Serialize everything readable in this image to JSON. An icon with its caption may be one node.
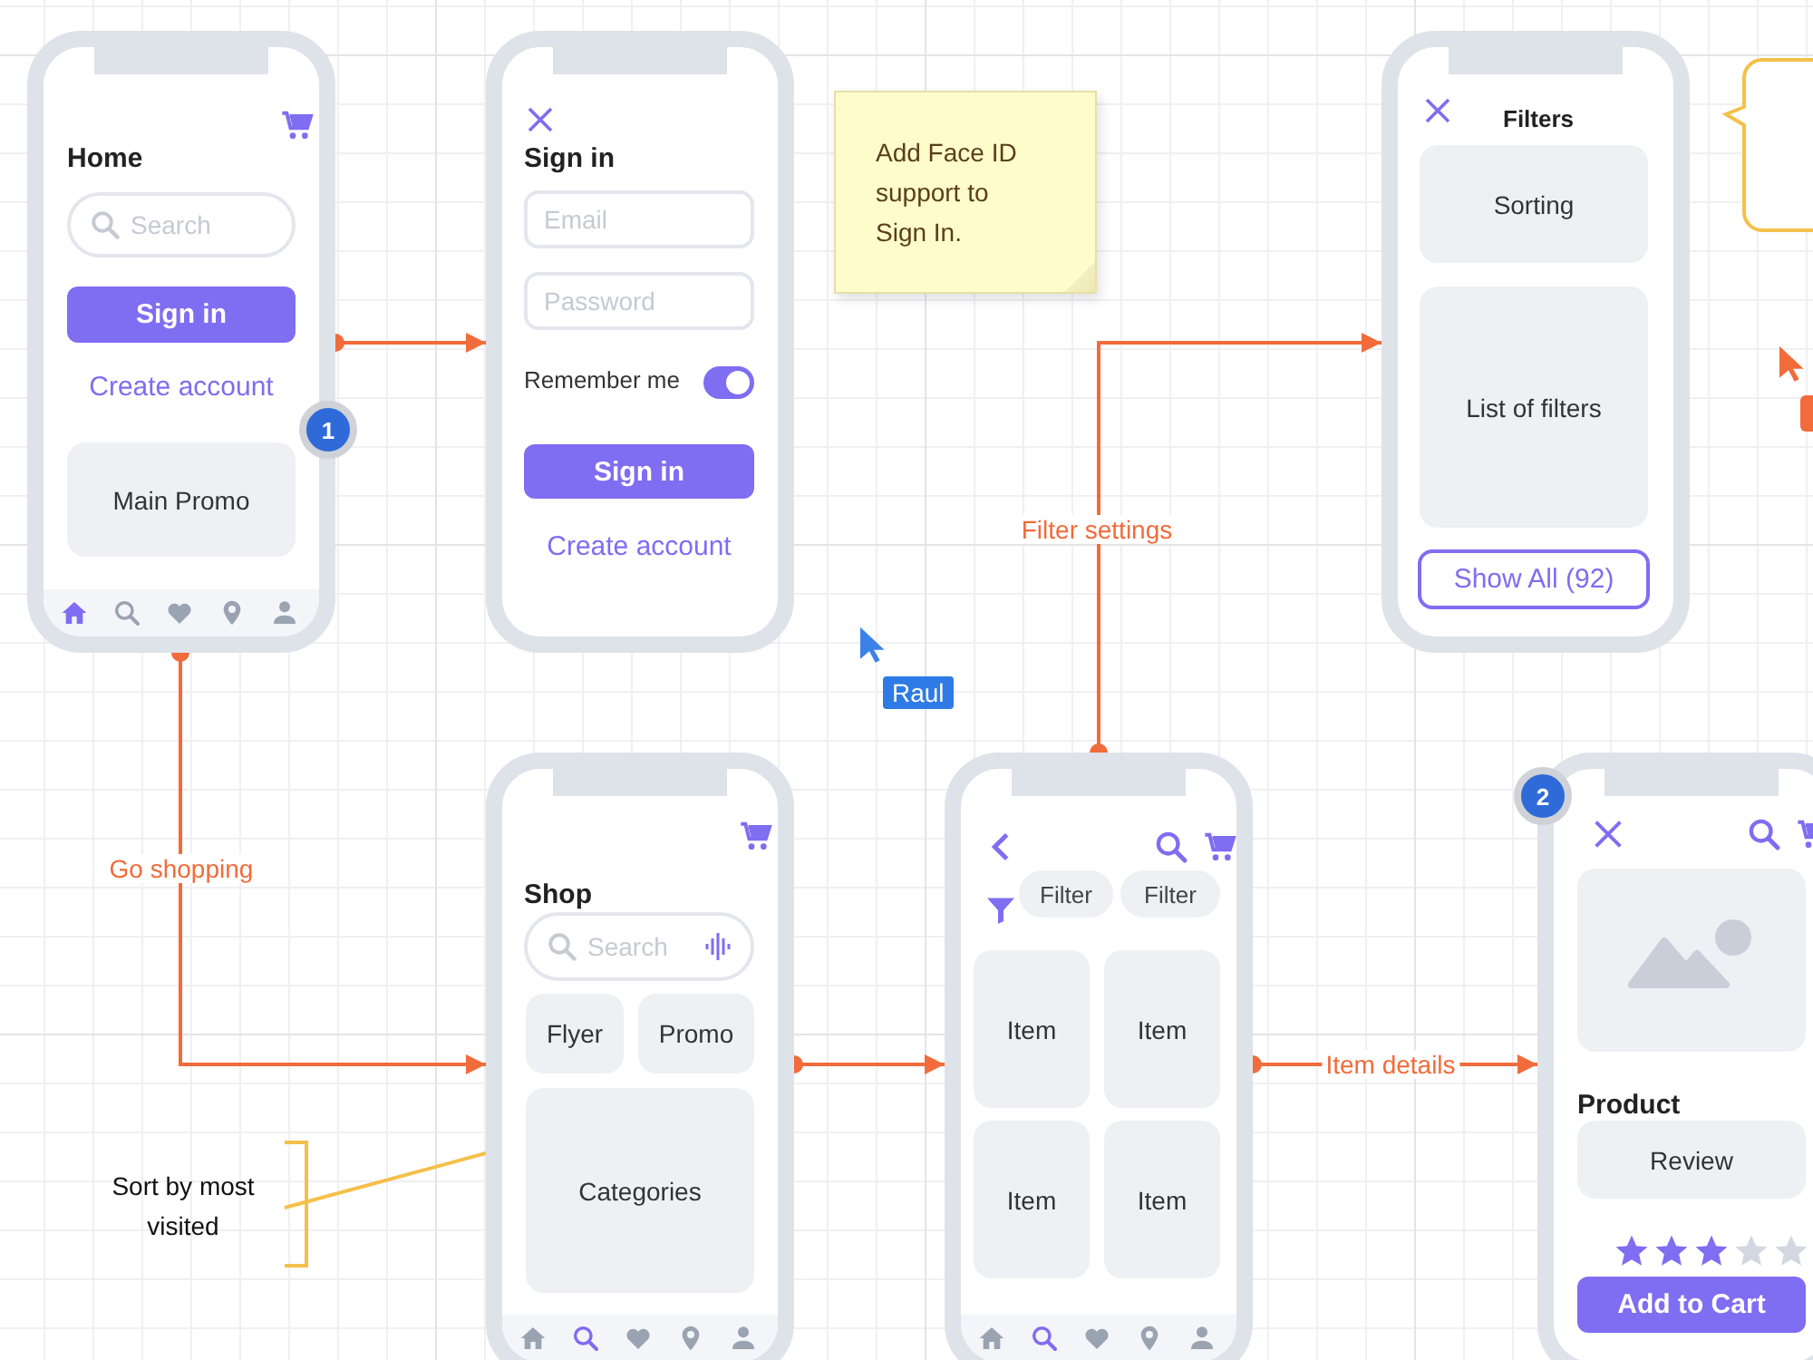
{
  "diagram": {
    "nodes": [
      {
        "text": [
          "Home"
        ]
      },
      {
        "text": [
          "Search"
        ],
        "in": 0
      },
      {
        "text": [
          "Sign in"
        ],
        "in": 0
      },
      {
        "text": [
          "Main Promo"
        ],
        "in": 0
      },
      {
        "text": [
          "Sign in"
        ]
      },
      {
        "text": [
          "Email"
        ],
        "in": 4
      },
      {
        "text": [
          "Password"
        ],
        "in": 4
      },
      {
        "text": [
          "Sign in"
        ],
        "in": 4
      },
      {
        "text": [
          "Add Face ID support to Sign In."
        ]
      },
      {
        "text": [
          "Filters"
        ]
      },
      {
        "text": [
          "Sorting"
        ],
        "in": 9
      },
      {
        "text": [
          "List of filters"
        ],
        "in": 9
      },
      {
        "text": [
          "Show All (92)"
        ],
        "in": 9
      },
      {
        "text": [
          "1"
        ]
      },
      {
        "text": [
          "Shop"
        ]
      },
      {
        "text": [
          "Search"
        ],
        "in": 14
      },
      {
        "text": [
          "Flyer"
        ],
        "in": 14
      },
      {
        "text": [
          "Promo"
        ],
        "in": 14
      },
      {
        "text": [
          "Categories"
        ],
        "in": 14
      },
      {
        "text": [
          "Sort by most visited"
        ]
      },
      {
        "text": [],
        "shape": "phone"
      },
      {
        "text": [
          "Filter"
        ],
        "in": 20
      },
      {
        "text": [
          "Filter"
        ],
        "in": 20
      },
      {
        "text": [
          "Item"
        ],
        "in": 20
      },
      {
        "text": [
          "Item"
        ],
        "in": 20
      },
      {
        "text": [
          "Item"
        ],
        "in": 20
      },
      {
        "text": [
          "Item"
        ],
        "in": 20
      },
      {
        "text": [
          "Product"
        ]
      },
      {
        "text": [
          "Review"
        ],
        "in": 27
      },
      {
        "text": [
          "Add to Cart"
        ],
        "in": 27
      },
      {
        "text": [
          "2"
        ]
      },
      {
        "text": [],
        "shape": "callout"
      }
    ],
    "edges": [
      {
        "from": 0,
        "to": 4,
        "arrow": "to"
      },
      {
        "from": 0,
        "to": 14,
        "arrow": "to",
        "label": "Go shopping"
      },
      {
        "from": 14,
        "to": 20,
        "arrow": "to"
      },
      {
        "from": 20,
        "to": 9,
        "arrow": "to",
        "label": "Filter settings"
      },
      {
        "from": 20,
        "to": 27,
        "arrow": "to",
        "label": "Item details"
      },
      {
        "from": 19,
        "to": 18,
        "arrow": "none",
        "color": "#f5c04a"
      }
    ],
    "labels": [
      "Create account",
      "Remember me",
      "Create account",
      "Raul"
    ]
  }
}
